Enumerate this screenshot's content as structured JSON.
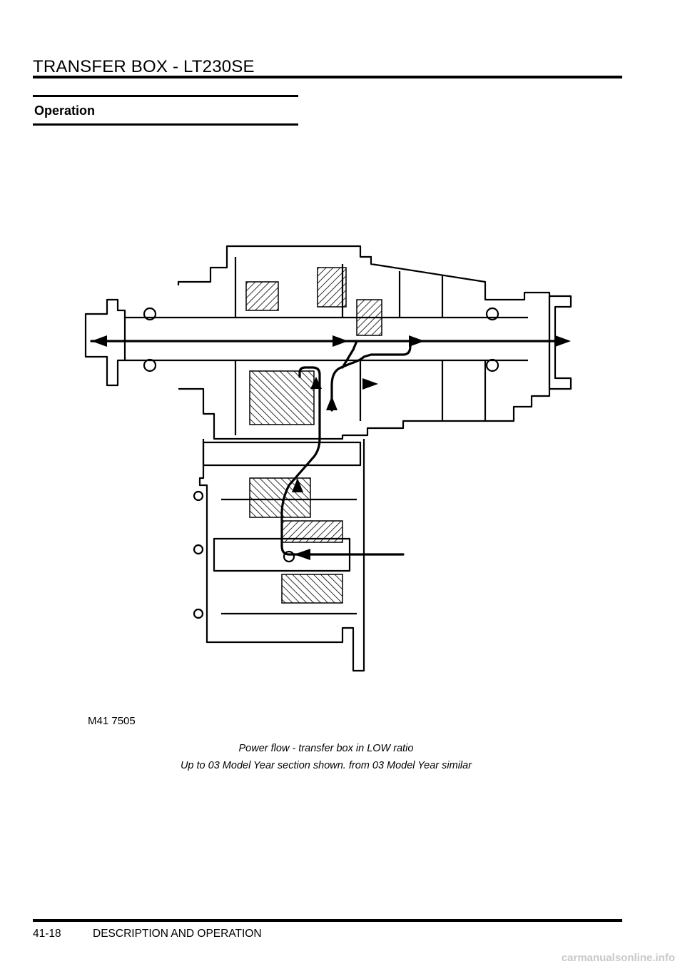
{
  "header": {
    "title": "TRANSFER BOX - LT230SE"
  },
  "section": {
    "heading": "Operation"
  },
  "figure": {
    "id": "M41 7505",
    "caption_line1": "Power flow - transfer box in LOW ratio",
    "caption_line2": "Up to 03 Model Year section shown. from 03 Model Year similar"
  },
  "footer": {
    "page_number": "41-18",
    "section_title": "DESCRIPTION AND OPERATION"
  },
  "watermark": "carmanualsonline.info"
}
